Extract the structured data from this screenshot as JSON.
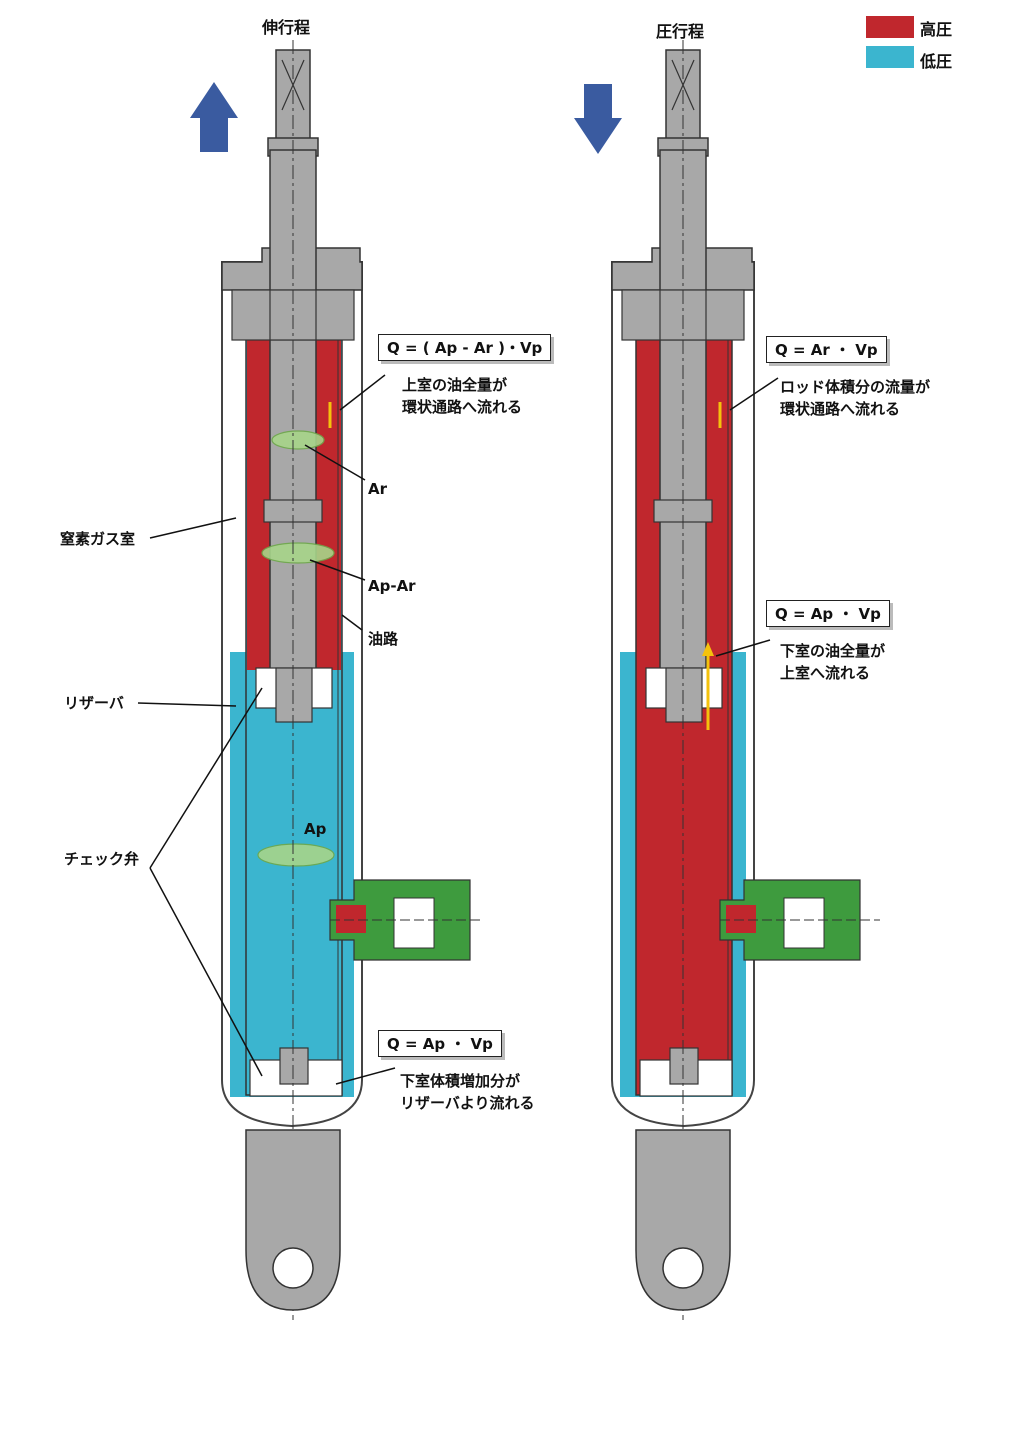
{
  "titles": {
    "extension": "伸行程",
    "compression": "圧行程"
  },
  "legend": [
    {
      "label": "高圧",
      "color": "#C0272D"
    },
    {
      "label": "低圧",
      "color": "#3BB5CF"
    }
  ],
  "left": {
    "formula_top": "Q = ( Ap - Ar )・Vp",
    "note_top_1": "上室の油全量が",
    "note_top_2": "環状通路へ流れる",
    "ar": "Ar",
    "ap_ar": "Ap-Ar",
    "ap": "Ap",
    "oil_path": "油路",
    "nitrogen": "窒素ガス室",
    "reservoir": "リザーバ",
    "check_valve": "チェック弁",
    "formula_bottom": "Q = Ap ・ Vp",
    "note_bottom_1": "下室体積増加分が",
    "note_bottom_2": "リザーバより流れる"
  },
  "right": {
    "formula_top": "Q = Ar ・ Vp",
    "note_top_1": "ロッド体積分の流量が",
    "note_top_2": "環状通路へ流れる",
    "formula_mid": "Q = Ap ・ Vp",
    "note_mid_1": "下室の油全量が",
    "note_mid_2": "上室へ流れる"
  },
  "colors": {
    "high": "#C0272D",
    "low": "#3BB5CF",
    "valve": "#3E9B3E",
    "arrow": "#3A5BA0",
    "metal": "#A8A8A8"
  }
}
